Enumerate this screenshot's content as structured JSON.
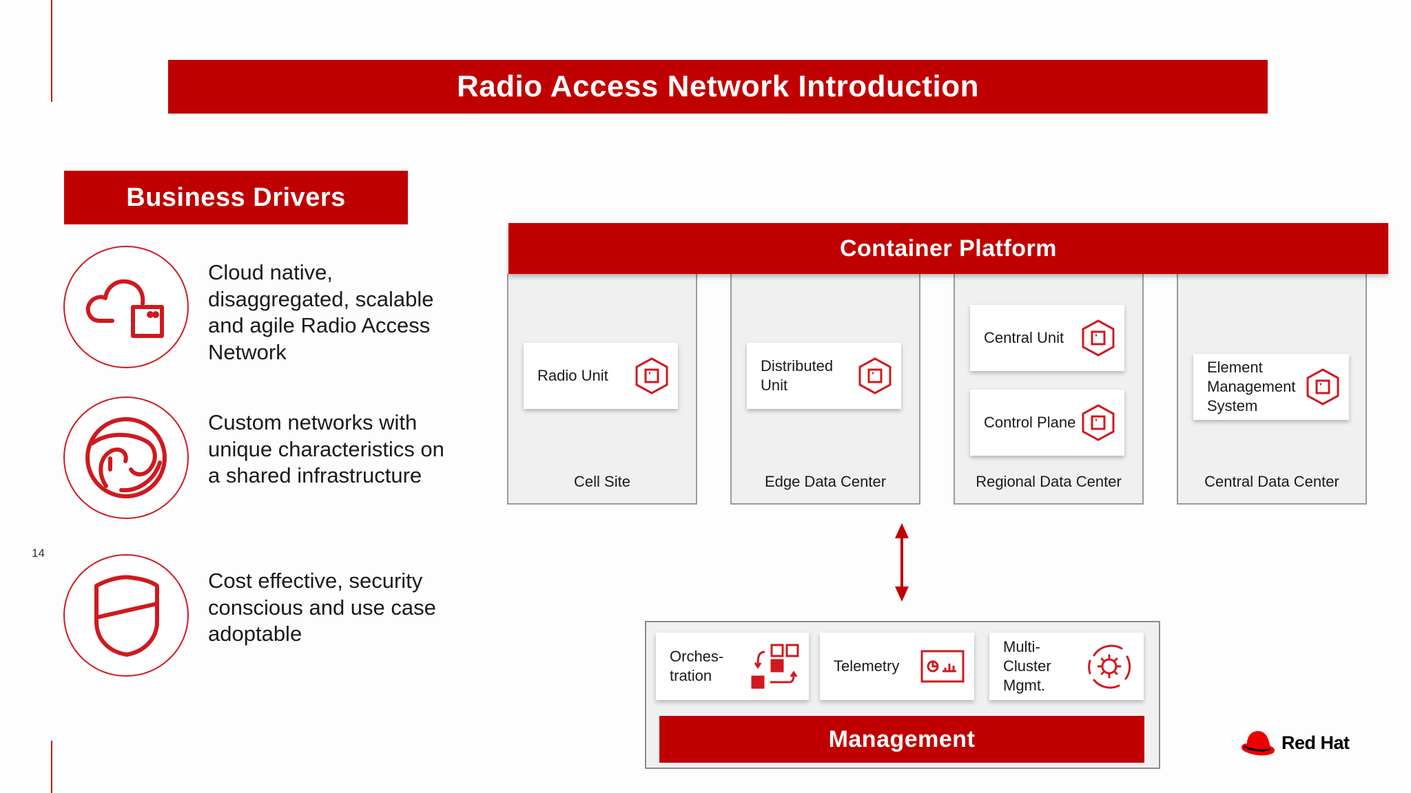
{
  "title": "Radio Access Network Introduction",
  "slide_number": "14",
  "business_drivers": {
    "heading": "Business Drivers",
    "items": [
      {
        "icon": "cloud-container-icon",
        "text": "Cloud native, disaggregated, scalable and  agile Radio Access Network"
      },
      {
        "icon": "network-globe-icon",
        "text": "Custom networks with unique characteristics on a shared infrastructure"
      },
      {
        "icon": "security-shield-icon",
        "text": "Cost effective, security conscious and use case adoptable"
      }
    ]
  },
  "container_platform": {
    "heading": "Container Platform",
    "sites": [
      {
        "label": "Cell Site",
        "units": [
          "Radio Unit"
        ]
      },
      {
        "label": "Edge Data Center",
        "units": [
          "Distributed Unit"
        ]
      },
      {
        "label": "Regional Data Center",
        "units": [
          "Central Unit",
          "Control Plane"
        ]
      },
      {
        "label": "Central Data Center",
        "units": [
          "Element Management System"
        ]
      }
    ]
  },
  "management": {
    "heading": "Management",
    "items": [
      {
        "label": "Orches- tration",
        "icon": "orchestration-icon"
      },
      {
        "label": "Telemetry",
        "icon": "telemetry-dashboard-icon"
      },
      {
        "label": "Multi- Cluster Mgmt.",
        "icon": "multi-cluster-gear-icon"
      }
    ]
  },
  "logo": {
    "text": "Red Hat",
    "icon": "red-hat-logo-icon"
  },
  "colors": {
    "accent": "#c00000",
    "panel": "#f0f0f0"
  }
}
